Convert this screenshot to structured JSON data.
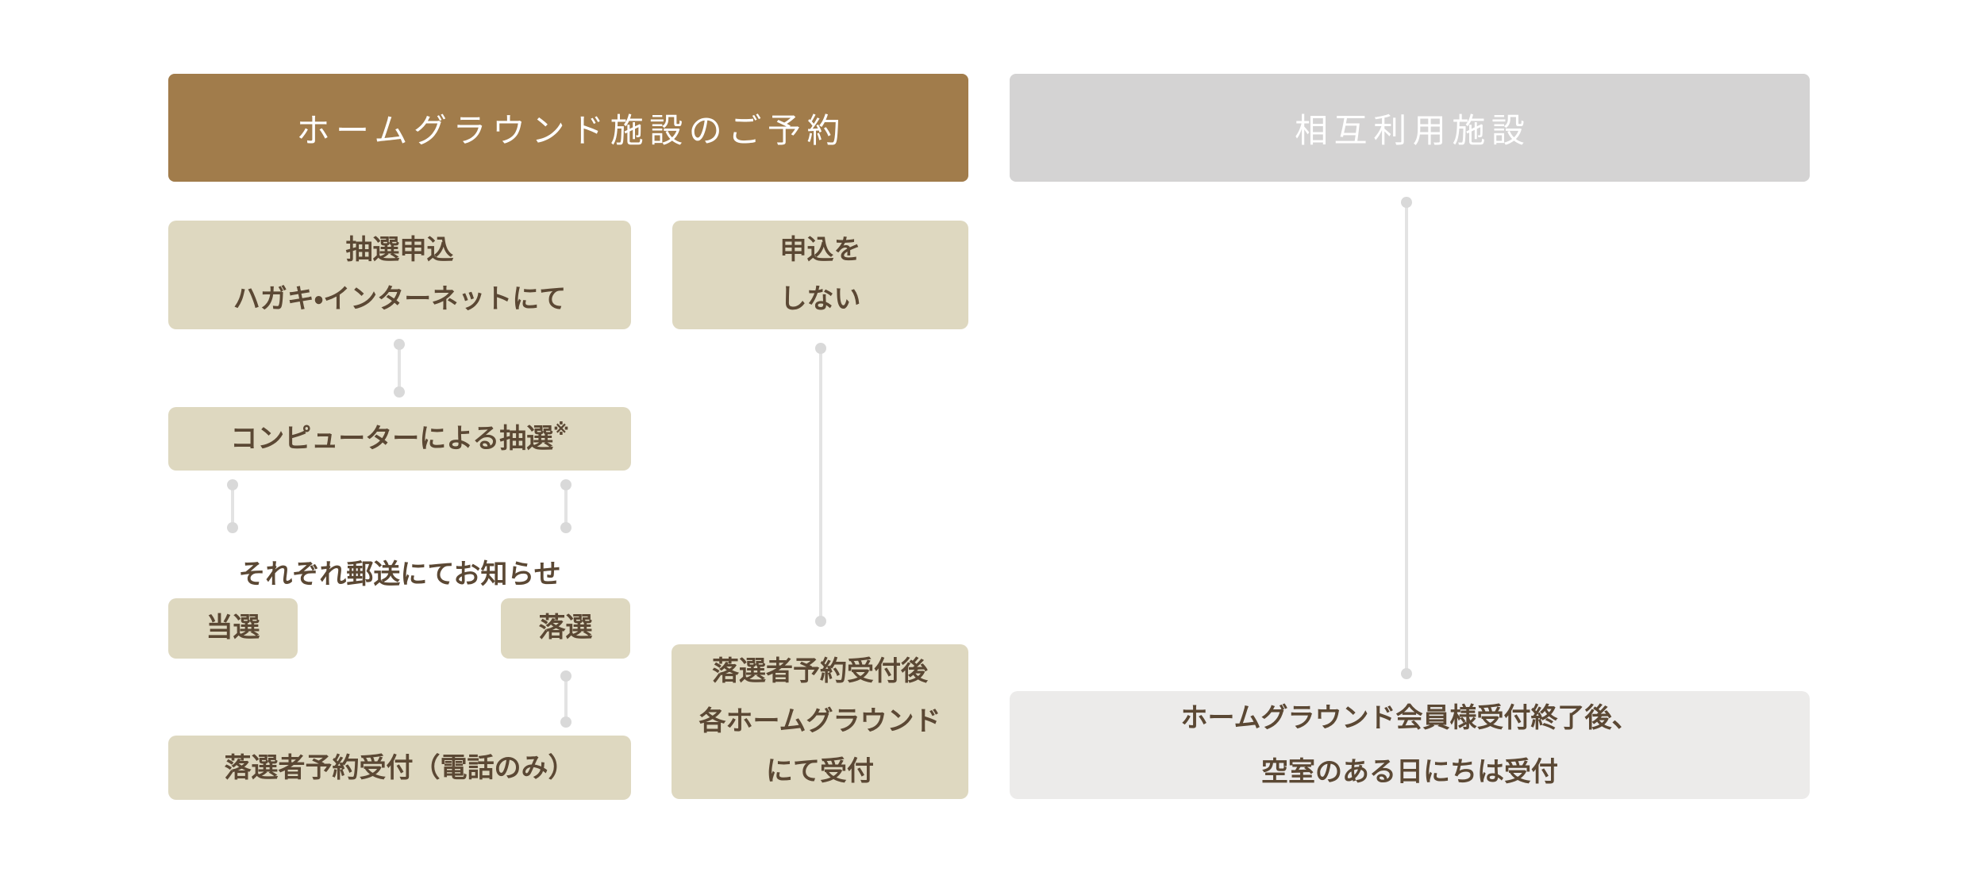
{
  "headers": {
    "home_ground": "ホームグラウンド施設のご予約",
    "mutual_use": "相互利用施設"
  },
  "flow": {
    "lottery_application": {
      "lines": [
        "抽選申込",
        "ハガキ・インターネットにて"
      ]
    },
    "no_application": {
      "lines": [
        "申込を",
        "しない"
      ]
    },
    "computer_lottery": {
      "text": "コンピューターによる抽選",
      "note_mark": "※"
    },
    "mail_notice": "それぞれ郵送にてお知らせ",
    "won": "当選",
    "lost": "落選",
    "loser_reception_phone": "落選者予約受付（電話のみ）",
    "loser_reception_after": {
      "lines": [
        "落選者予約受付後",
        "各ホームグラウンド",
        "にて受付"
      ]
    },
    "mutual_reception": {
      "lines": [
        "ホームグラウンド会員様受付終了後、",
        "空室のある日にちは受付"
      ]
    }
  },
  "colors": {
    "header_brown": "#a17c4b",
    "header_gray": "#d4d3d3",
    "box_beige": "#ded8c0",
    "box_light_gray": "#ecebea",
    "text_brown": "#5b4834",
    "header_text": "#ffffff",
    "connector_line": "#e3e3e3",
    "connector_dot": "#d9d9d9",
    "background": "#ffffff"
  }
}
